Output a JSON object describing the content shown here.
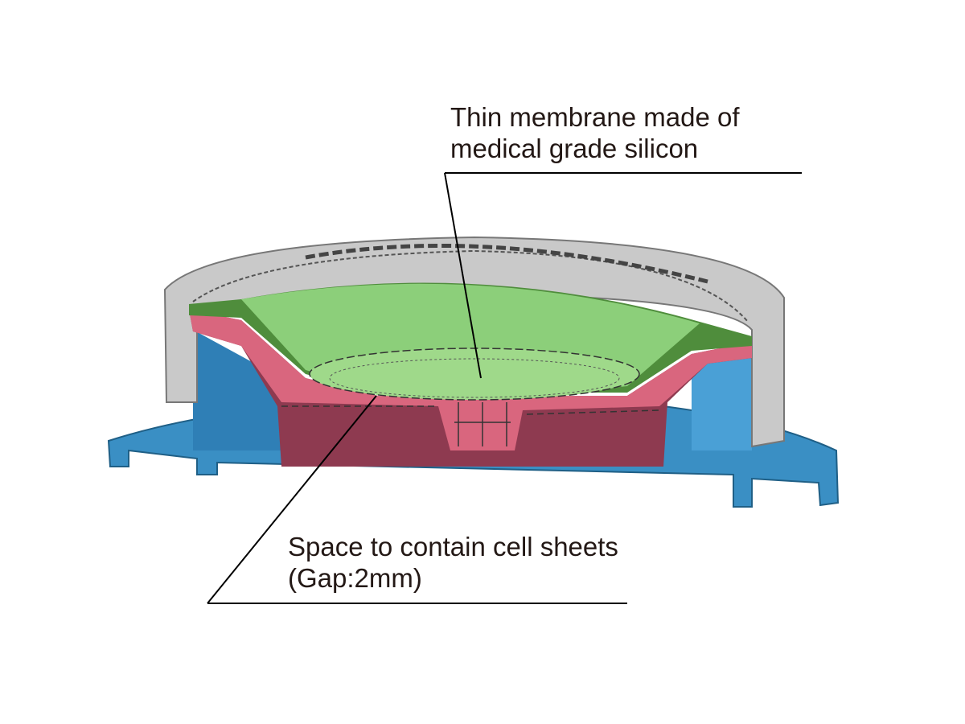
{
  "callouts": {
    "membrane": {
      "line1": "Thin membrane made of",
      "line2": "medical grade silicon"
    },
    "space": {
      "line1": "Space to contain cell sheets",
      "line2": "(Gap:2mm)"
    }
  },
  "colors": {
    "housing_gray": "#c9c9c9",
    "membrane_green": "#8ccf7a",
    "insert_pink": "#d9667e",
    "insert_dark": "#8e3a50",
    "base_blue": "#3a8fc4",
    "text": "#231815"
  }
}
